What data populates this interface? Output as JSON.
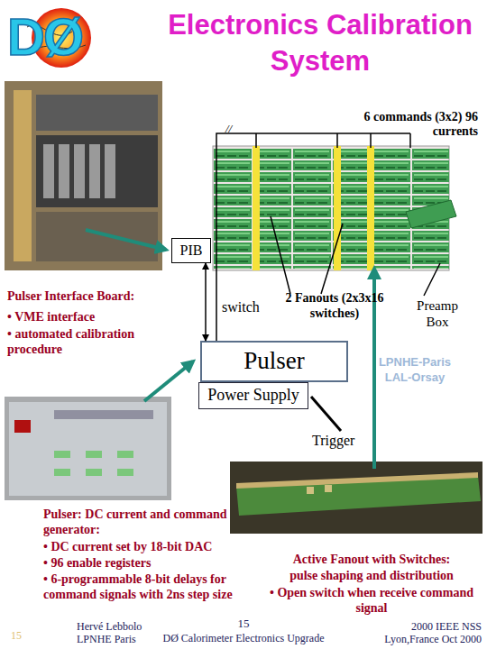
{
  "diagram": {
    "title": "Electronics Calibration System",
    "nodes": [
      {
        "text": [
          "PIB"
        ]
      },
      {
        "text": [
          "Pulser"
        ]
      },
      {
        "text": [
          "Power Supply"
        ]
      }
    ],
    "edges": [
      {
        "from": 0,
        "to": 1,
        "arrow": "both"
      }
    ],
    "labels": [
      "DØ",
      "6 commands (3x2) 96 currents",
      "//",
      "switch",
      "2 Fanouts (2x3x16 switches)",
      "Preamp Box",
      "LPNHE-Paris LAL-Orsay",
      "Pulser Interface Board:",
      "• VME interface",
      "• automated calibration procedure",
      "Trigger",
      "Pulser: DC current and command generator:",
      "• DC current set by 18-bit DAC",
      "• 96 enable registers",
      "• 6-programmable 8-bit delays for command signals with 2ns step size",
      "Active Fanout with Switches:",
      "pulse shaping and distribution",
      "• Open switch when receive command signal",
      "15",
      "Hervé Lebbolo LPNHE Paris",
      "15",
      "DØ Calorimeter Electronics Upgrade",
      "2000 IEEE NSS Lyon,France Oct 2000"
    ]
  }
}
